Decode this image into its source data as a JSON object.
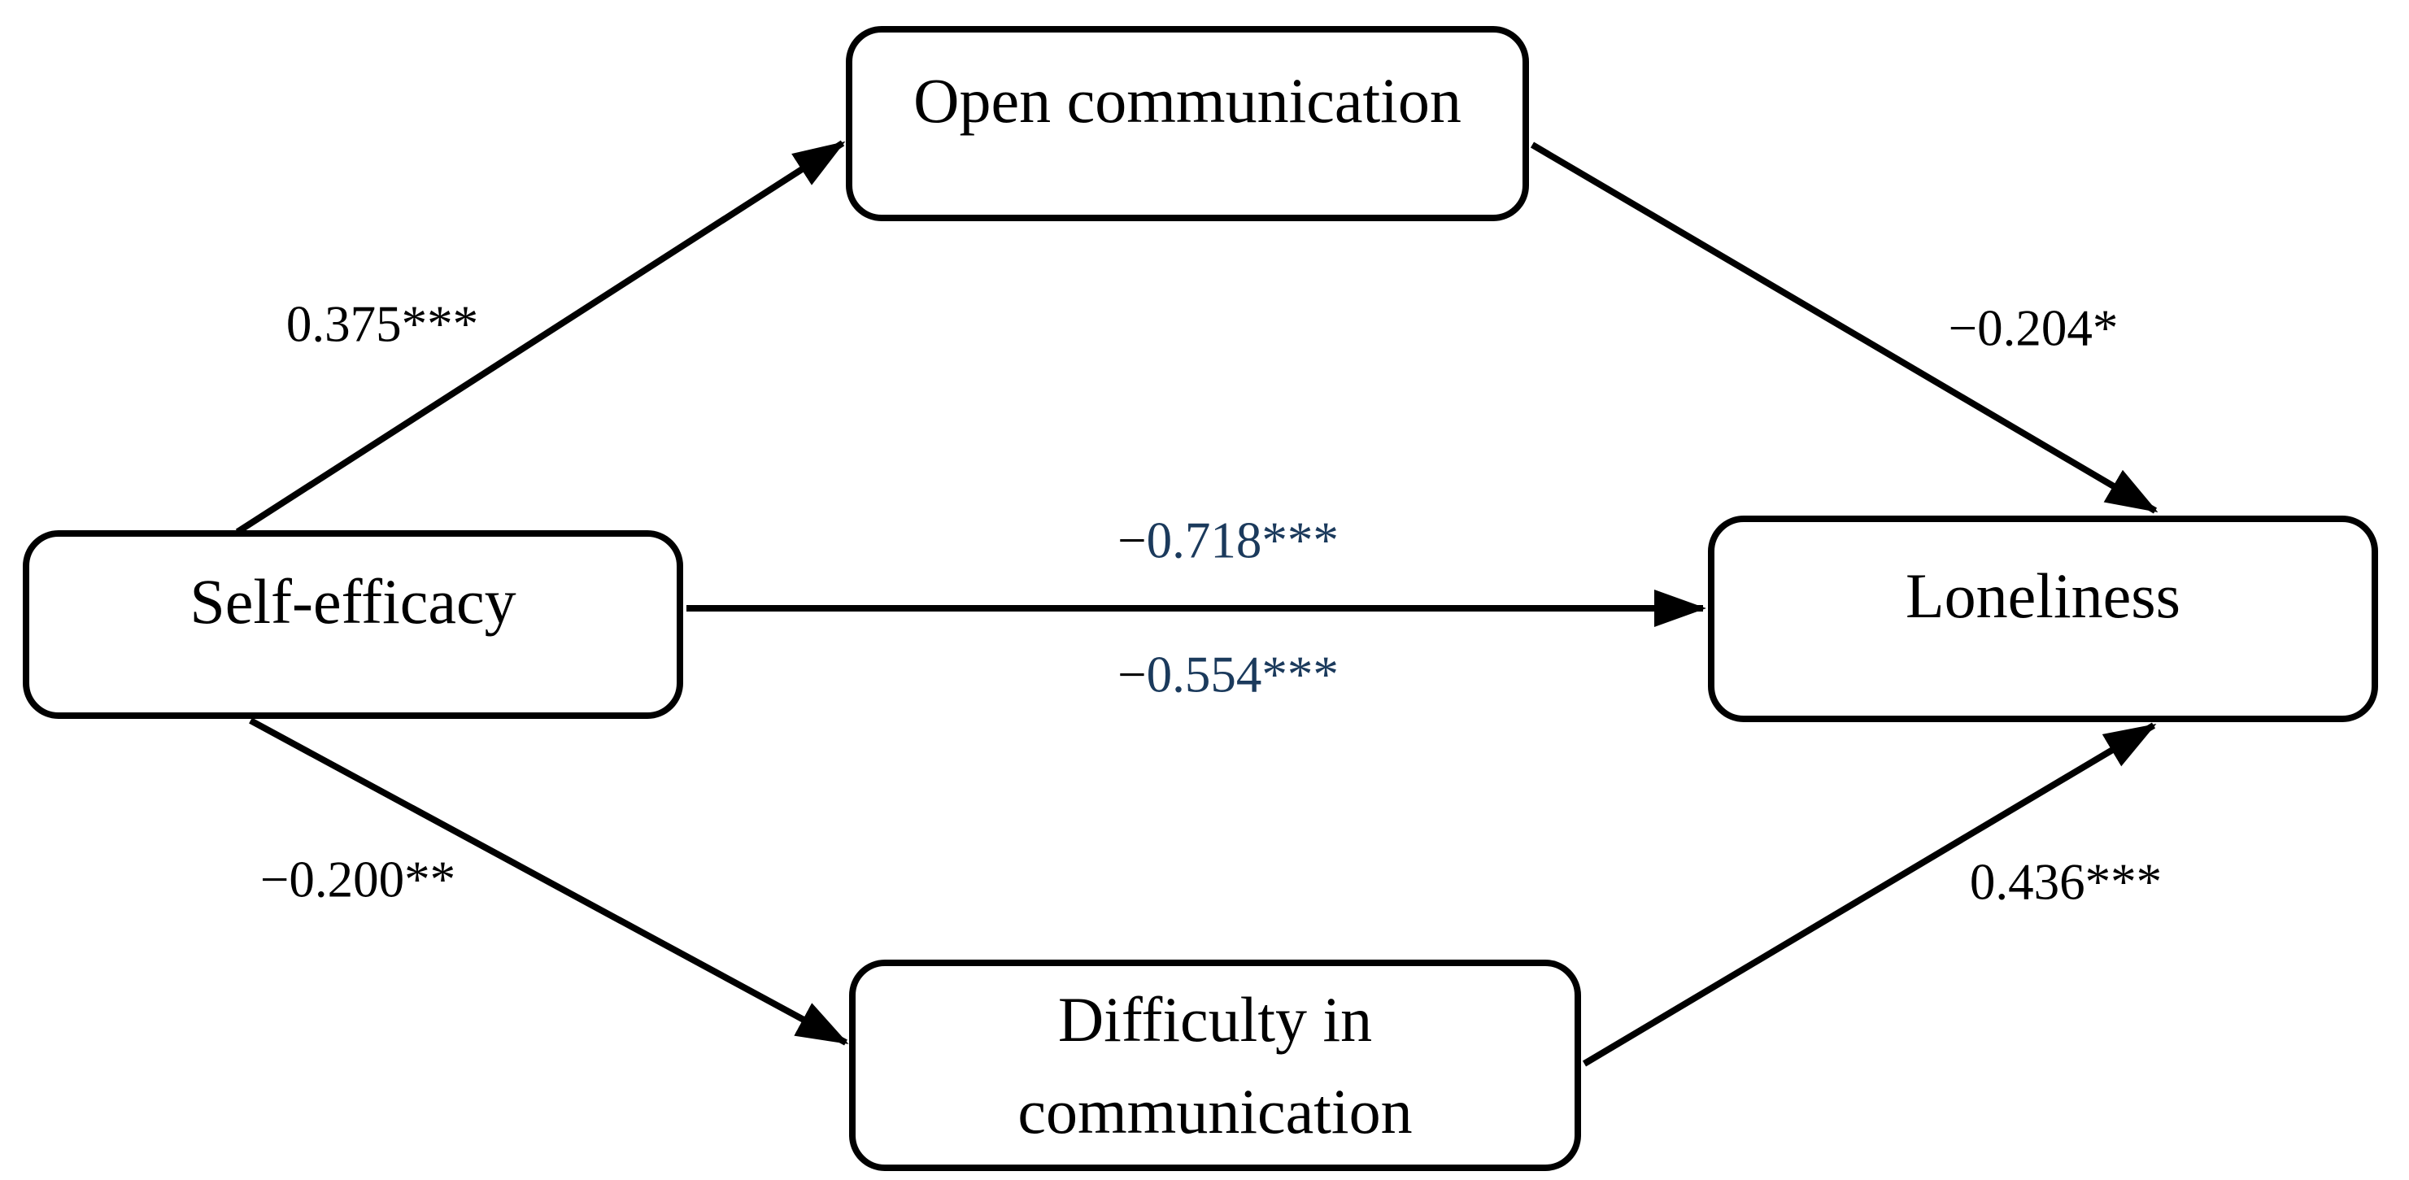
{
  "figure": {
    "kind": "mediation-path-diagram",
    "background": "#ffffff"
  },
  "colors": {
    "line": "#000000",
    "box_border": "#000000",
    "box_fill": "#ffffff",
    "text_black": "#000000",
    "text_navy": "#1B3A5C"
  },
  "nodes": [
    {
      "id": "open-communication",
      "label": "Open communication"
    },
    {
      "id": "self-efficacy",
      "label": "Self-efficacy"
    },
    {
      "id": "loneliness",
      "label": "Loneliness"
    },
    {
      "id": "difficulty-in-communication",
      "label": "Difficulty in\ncommunication"
    }
  ],
  "edges": [
    {
      "id": "se-to-oc",
      "from": "Self-efficacy",
      "to": "Open communication",
      "sign": "",
      "value": "0.375***",
      "value_color": "#000000"
    },
    {
      "id": "oc-to-lon",
      "from": "Open communication",
      "to": "Loneliness",
      "sign": "−",
      "value": "0.204*",
      "value_color": "#000000"
    },
    {
      "id": "se-to-lon-upper",
      "from": "Self-efficacy",
      "to": "Loneliness",
      "sign": "−",
      "value": "0.718***",
      "value_color": "#1B3A5C"
    },
    {
      "id": "se-to-lon-lower",
      "from": "Self-efficacy",
      "to": "Loneliness",
      "sign": "−",
      "value": "0.554***",
      "value_color": "#1B3A5C"
    },
    {
      "id": "se-to-dif",
      "from": "Self-efficacy",
      "to": "Difficulty in communication",
      "sign": "−",
      "value": "0.200**",
      "value_color": "#000000"
    },
    {
      "id": "dif-to-lon",
      "from": "Difficulty in communication",
      "to": "Loneliness",
      "sign": "",
      "value": "0.436***",
      "value_color": "#000000"
    }
  ]
}
